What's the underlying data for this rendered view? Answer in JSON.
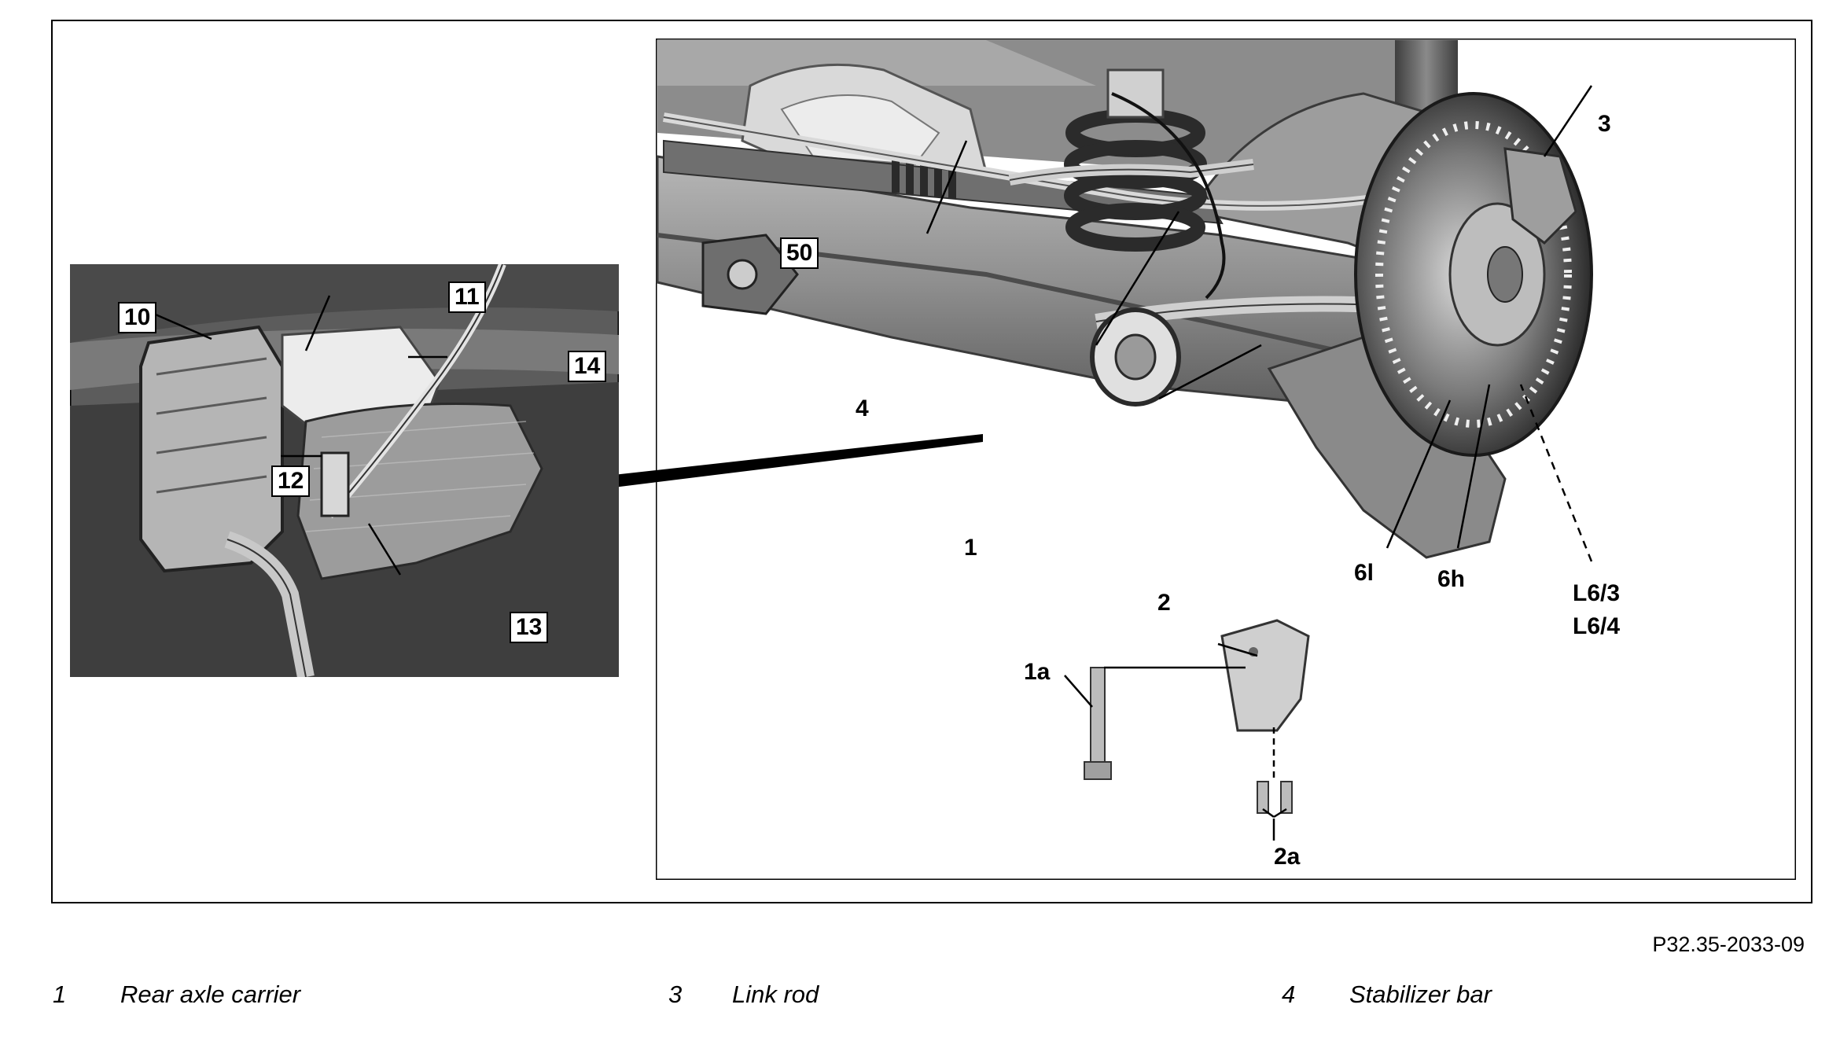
{
  "figure": {
    "main_callouts": {
      "c50": "50",
      "c4": "4",
      "c3": "3",
      "c1": "1",
      "c6l": "6l",
      "c6h": "6h",
      "cL63": "L6/3",
      "cL64": "L6/4",
      "c2": "2",
      "c1a": "1a",
      "c2a": "2a"
    },
    "inset_callouts": {
      "c10": "10",
      "c11": "11",
      "c12": "12",
      "c13": "13",
      "c14": "14"
    },
    "reference_code": "P32.35-2033-09"
  },
  "legend": [
    {
      "number": "1",
      "text": "Rear axle carrier"
    },
    {
      "number": "3",
      "text": "Link rod"
    },
    {
      "number": "4",
      "text": "Stabilizer bar"
    }
  ]
}
